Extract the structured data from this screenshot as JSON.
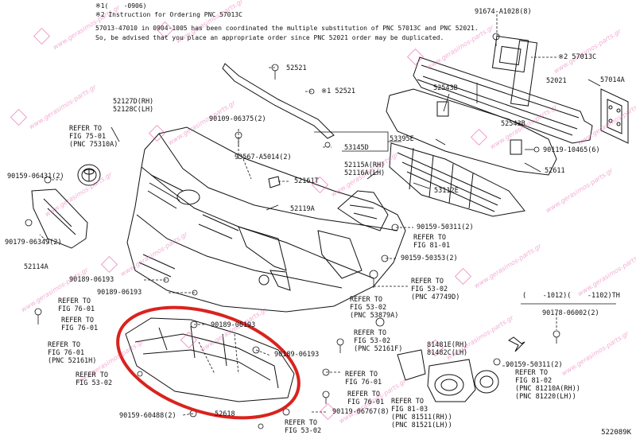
{
  "header": {
    "note1": "※1(    -0906)",
    "note2": "※2 Instruction for Ordering PNC 57013C",
    "note3": "57013-47010 in 0904-1005 has been coordinated the multiple substitution of PNC 57013C and PNC 52021.",
    "note4": "So, be advised that you place an appropriate order since PNC 52021 order may be duplicated."
  },
  "labels": {
    "l_91674": "91674-A1028(8)",
    "l_57013c": "※2 57013C",
    "l_57014a": "57014A",
    "l_52521a": "52521",
    "l_52521b": "※1 52521",
    "l_52543b1": "52543B",
    "l_52021": "52021",
    "l_52543b2": "52543B",
    "l_52127d": "52127D(RH)\n52128C(LH)",
    "l_ref7501": "REFER TO\nFIG 75-01\n(PNC 75310A)",
    "l_90109": "90109-06375(2)",
    "l_53395e": "53395E",
    "l_53145d": "53145D",
    "l_90119_10465": "90119-10465(6)",
    "l_93567": "93567-A5014(2)",
    "l_52115a": "52115A(RH)\n52116A(LH)",
    "l_52611": "52611",
    "l_90159_06431": "90159-06431(2)",
    "l_52161t": "52161T",
    "l_53112e": "53112E",
    "l_52119a": "52119A",
    "l_90159_50311a": "90159-50311(2)",
    "l_ref8101": "REFER TO\nFIG 81-01",
    "l_90179": "90179-06349(2)",
    "l_90159_50353": "90159-50353(2)",
    "l_52114a": "52114A",
    "l_90189a": "90189-06193",
    "l_ref5302a": "REFER TO\nFIG 53-02\n(PNC 47749D)",
    "l_90189b": "90189-06193",
    "l_ref7601a": "REFER TO\nFIG 76-01",
    "l_ref5302b": "REFER TO\nFIG 53-02\n(PNC 53879A)",
    "l_th": "(    -1012)(    -1102)TH",
    "l_90178": "90178-06002(2)",
    "l_ref7601b": "REFER TO\nFIG 76-01",
    "l_90189c": "90189-06193",
    "l_ref5302c": "REFER TO\nFIG 53-02\n(PNC 52161F)",
    "l_81481e": "81481E(RH)\n81482C(LH)",
    "l_90189d": "90189-06193",
    "l_ref7601c": "REFER TO\nFIG 76-01\n(PNC 52161H)",
    "l_90159_50311b": "90159-50311(2)",
    "l_ref5302d": "REFER TO\nFIG 53-02",
    "l_ref7601d": "REFER TO\nFIG 76-01",
    "l_ref8102": "REFER TO\nFIG 81-02\n(PNC 81210A(RH))\n(PNC 81220(LH))",
    "l_ref7601e": "REFER TO\nFIG 76-01",
    "l_90119_06767": "90119-06767(8)",
    "l_ref8103": "REFER TO\nFIG 81-03\n(PNC 81511(RH))\n(PNC 81521(LH))",
    "l_90159_60488": "90159-60488(2)",
    "l_52618": "52618",
    "l_ref5302e": "REFER TO\nFIG 53-02"
  },
  "footer": {
    "diagram_id": "522089K"
  },
  "watermark": {
    "text": "www.gerasimos-parts.gr",
    "color": "#e6489c"
  },
  "highlight": {
    "color": "#d9231e"
  }
}
